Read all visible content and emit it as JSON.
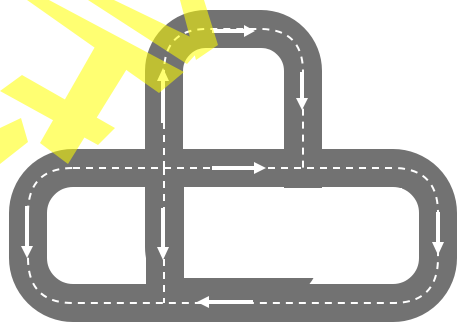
{
  "colors": {
    "background": "#ffffff",
    "road": "#727272",
    "lane_marking": "#ffffff",
    "arrow": "#ffffff",
    "highlight": "#ffff00"
  },
  "road_layout": {
    "loops": [
      "upper-loop",
      "lower-loop"
    ],
    "shared_connector": "center-vertical-road"
  },
  "direction_arrows": [
    {
      "name": "arrow-top-right",
      "direction": "right"
    },
    {
      "name": "arrow-upper-right-down",
      "direction": "down"
    },
    {
      "name": "arrow-upper-left-up",
      "direction": "up"
    },
    {
      "name": "arrow-middle-right",
      "direction": "right"
    },
    {
      "name": "arrow-left-down",
      "direction": "down"
    },
    {
      "name": "arrow-center-down",
      "direction": "down"
    },
    {
      "name": "arrow-right-down",
      "direction": "down"
    },
    {
      "name": "arrow-bottom-left",
      "direction": "left"
    }
  ],
  "highlight_overlay": {
    "type": "translucent-yellow-stripes",
    "opacity": 0.55
  }
}
